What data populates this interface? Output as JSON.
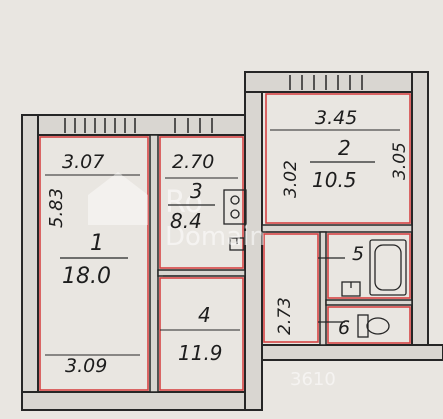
{
  "rooms": [
    {
      "number": "1",
      "area": "18.0",
      "width_top": "3.07",
      "width_bottom": "3.09",
      "length": "5.83"
    },
    {
      "number": "2",
      "area": "10.5",
      "width_top": "3.45",
      "height_left": "3.02",
      "height_right": "3.05"
    },
    {
      "number": "3",
      "area": "8.4",
      "width_top": "2.70"
    },
    {
      "number": "4",
      "area": "11.9",
      "height": "2.73"
    },
    {
      "number": "5"
    },
    {
      "number": "6"
    }
  ],
  "watermark": {
    "brand_part1": "Ro",
    "brand_part2": "Domain",
    "id_text": "3610"
  },
  "colors": {
    "outline": "#d64545",
    "walls": "#262626",
    "paper": "#e9e6e1"
  }
}
